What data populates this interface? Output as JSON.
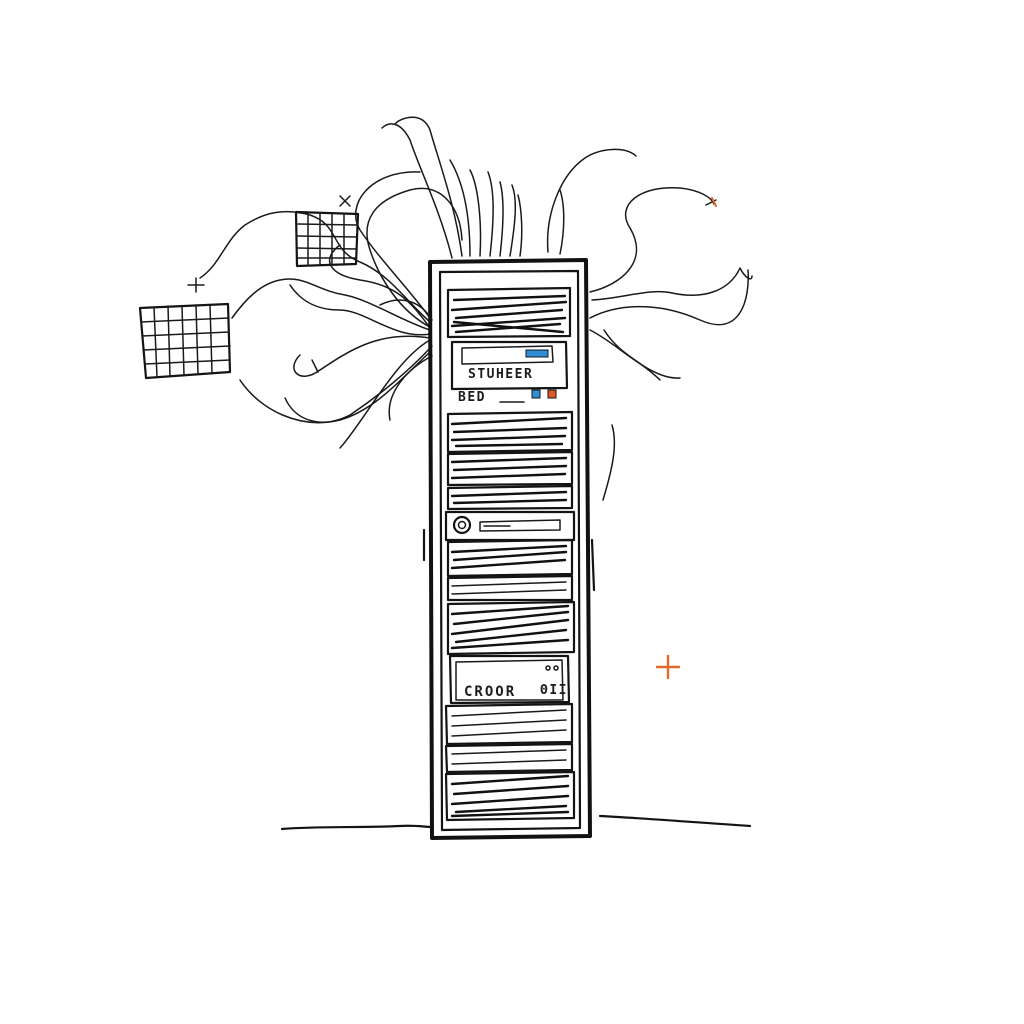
{
  "labels": {
    "top_unit_name": "STUHEER",
    "top_unit_sub": "BED",
    "lower_unit_name": "CROOR",
    "lower_unit_sub": "ΘII"
  },
  "colors": {
    "ink": "#141414",
    "indicator_blue": "#2f8fd6",
    "indicator_red": "#e0572a",
    "accent_orange": "#e06a2a",
    "background": "#ffffff"
  },
  "icons": {
    "panels": "solar-panel-icon",
    "star": "sparkle-icon"
  }
}
